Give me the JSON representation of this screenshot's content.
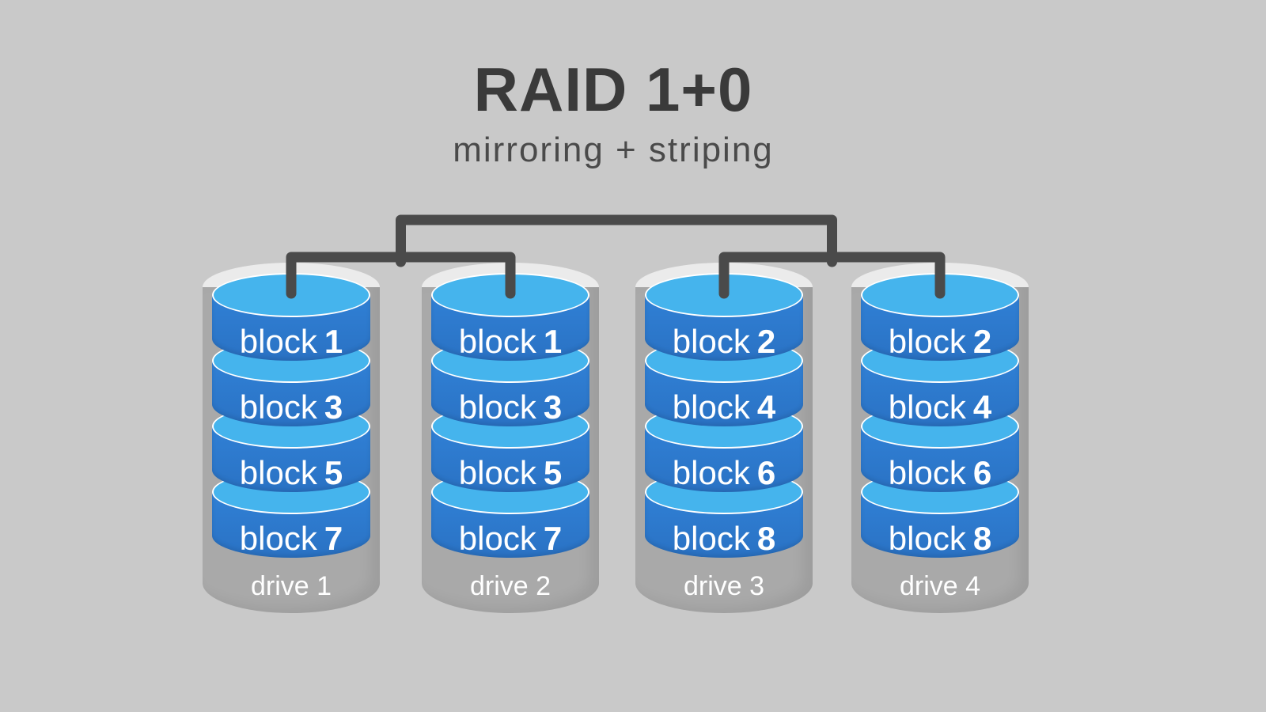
{
  "title": "RAID 1+0",
  "subtitle": "mirroring + striping",
  "colors": {
    "background": "#c9c9c9",
    "title_text": "#3a3a3a",
    "subtitle_text": "#4a4a4a",
    "connector": "#4a4a4a",
    "disk_band": "#3080d5",
    "disk_band_dark": "#2a72c4",
    "disk_top": "#45b4ed",
    "disk_edge": "#ffffff",
    "cylinder_body": "#a9a9a9",
    "cylinder_rim": "#ebebeb",
    "label_text": "#ffffff"
  },
  "drives": [
    {
      "name": "drive 1",
      "blocks": [
        {
          "label": "block",
          "number": "1"
        },
        {
          "label": "block",
          "number": "3"
        },
        {
          "label": "block",
          "number": "5"
        },
        {
          "label": "block",
          "number": "7"
        }
      ]
    },
    {
      "name": "drive 2",
      "blocks": [
        {
          "label": "block",
          "number": "1"
        },
        {
          "label": "block",
          "number": "3"
        },
        {
          "label": "block",
          "number": "5"
        },
        {
          "label": "block",
          "number": "7"
        }
      ]
    },
    {
      "name": "drive 3",
      "blocks": [
        {
          "label": "block",
          "number": "2"
        },
        {
          "label": "block",
          "number": "4"
        },
        {
          "label": "block",
          "number": "6"
        },
        {
          "label": "block",
          "number": "8"
        }
      ]
    },
    {
      "name": "drive 4",
      "blocks": [
        {
          "label": "block",
          "number": "2"
        },
        {
          "label": "block",
          "number": "4"
        },
        {
          "label": "block",
          "number": "6"
        },
        {
          "label": "block",
          "number": "8"
        }
      ]
    }
  ]
}
